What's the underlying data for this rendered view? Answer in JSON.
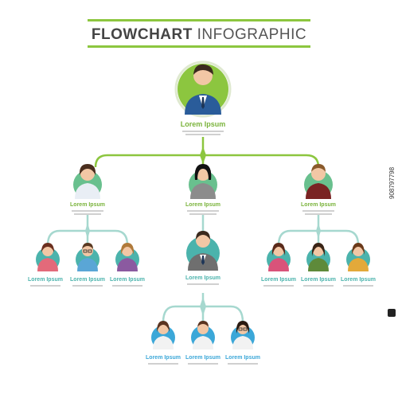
{
  "title": {
    "bold": "FLOWCHART",
    "light": "INFOGRAPHIC"
  },
  "colors": {
    "green": "#8cc63f",
    "teal": "#4bb3ac",
    "blue": "#3ba7d8",
    "accent": "#8cc63f"
  },
  "nodes": [
    {
      "id": "ceo",
      "label": "Lorem Ipsum",
      "avatar": "businessman-icon"
    },
    {
      "id": "l2-left",
      "label": "Lorem Ipsum",
      "avatar": "woman-icon"
    },
    {
      "id": "l2-mid",
      "label": "Lorem Ipsum",
      "avatar": "woman-icon"
    },
    {
      "id": "l2-right",
      "label": "Lorem Ipsum",
      "avatar": "man-icon"
    },
    {
      "id": "l3-a",
      "label": "Lorem Ipsum",
      "avatar": "woman-icon"
    },
    {
      "id": "l3-b",
      "label": "Lorem Ipsum",
      "avatar": "man-glasses-icon"
    },
    {
      "id": "l3-c",
      "label": "Lorem Ipsum",
      "avatar": "woman-icon"
    },
    {
      "id": "l3-mid",
      "label": "Lorem Ipsum",
      "avatar": "businessman-icon"
    },
    {
      "id": "l3-d",
      "label": "Lorem Ipsum",
      "avatar": "woman-icon"
    },
    {
      "id": "l3-e",
      "label": "Lorem Ipsum",
      "avatar": "woman-icon"
    },
    {
      "id": "l3-f",
      "label": "Lorem Ipsum",
      "avatar": "woman-icon"
    },
    {
      "id": "l4-a",
      "label": "Lorem Ipsum",
      "avatar": "woman-icon"
    },
    {
      "id": "l4-b",
      "label": "Lorem Ipsum",
      "avatar": "man-icon"
    },
    {
      "id": "l4-c",
      "label": "Lorem Ipsum",
      "avatar": "woman-glasses-icon"
    }
  ],
  "watermark": {
    "stock_id": "908797798"
  }
}
